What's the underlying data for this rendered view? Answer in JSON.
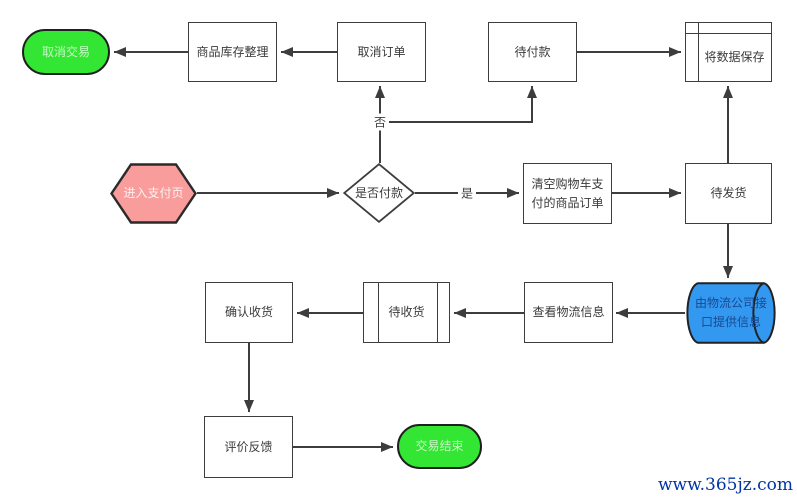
{
  "colors": {
    "background": "#ffffff",
    "line": "#3d3d3d",
    "terminator_fill": "#33e633",
    "preparation_fill": "#f99c9c",
    "stored_data_fill": "#3398f0",
    "stored_data_text": "#17498f",
    "watermark_text": "#0035a5"
  },
  "nodes": {
    "cancel_trade": {
      "label": "取消交易",
      "type": "terminator"
    },
    "inventory": {
      "label": "商品库存整理",
      "type": "process"
    },
    "cancel_order": {
      "label": "取消订单",
      "type": "process"
    },
    "pending_payment": {
      "label": "待付款",
      "type": "process"
    },
    "save_data": {
      "label": "将数据保存",
      "type": "internal-storage"
    },
    "enter_payment": {
      "label": "进入支付页",
      "type": "preparation-hexagon"
    },
    "pay_decision": {
      "label": "是否付款",
      "type": "decision"
    },
    "clear_cart": {
      "label": "清空购物车支付的商品订单",
      "type": "process"
    },
    "to_ship": {
      "label": "待发货",
      "type": "process"
    },
    "logistics_api": {
      "label": "由物流公司接口提供信息",
      "type": "stored-data"
    },
    "view_logistics": {
      "label": "查看物流信息",
      "type": "process"
    },
    "to_receive": {
      "label": "待收货",
      "type": "predefined-process"
    },
    "confirm_receipt": {
      "label": "确认收货",
      "type": "process"
    },
    "feedback": {
      "label": "评价反馈",
      "type": "process"
    },
    "trade_end": {
      "label": "交易结束",
      "type": "terminator"
    }
  },
  "edge_labels": {
    "no": "否",
    "yes": "是"
  },
  "edges": [
    {
      "from": "cancel_order",
      "to": "inventory"
    },
    {
      "from": "inventory",
      "to": "cancel_trade"
    },
    {
      "from": "pay_decision",
      "to": "cancel_order",
      "label": "否"
    },
    {
      "from": "pay_decision",
      "to": "pending_payment",
      "label": "否"
    },
    {
      "from": "pending_payment",
      "to": "save_data"
    },
    {
      "from": "enter_payment",
      "to": "pay_decision"
    },
    {
      "from": "pay_decision",
      "to": "clear_cart",
      "label": "是"
    },
    {
      "from": "clear_cart",
      "to": "to_ship"
    },
    {
      "from": "to_ship",
      "to": "save_data"
    },
    {
      "from": "to_ship",
      "to": "logistics_api"
    },
    {
      "from": "logistics_api",
      "to": "view_logistics"
    },
    {
      "from": "view_logistics",
      "to": "to_receive"
    },
    {
      "from": "to_receive",
      "to": "confirm_receipt"
    },
    {
      "from": "confirm_receipt",
      "to": "feedback"
    },
    {
      "from": "feedback",
      "to": "trade_end"
    }
  ],
  "watermark": {
    "text": "www.365jz.com"
  }
}
